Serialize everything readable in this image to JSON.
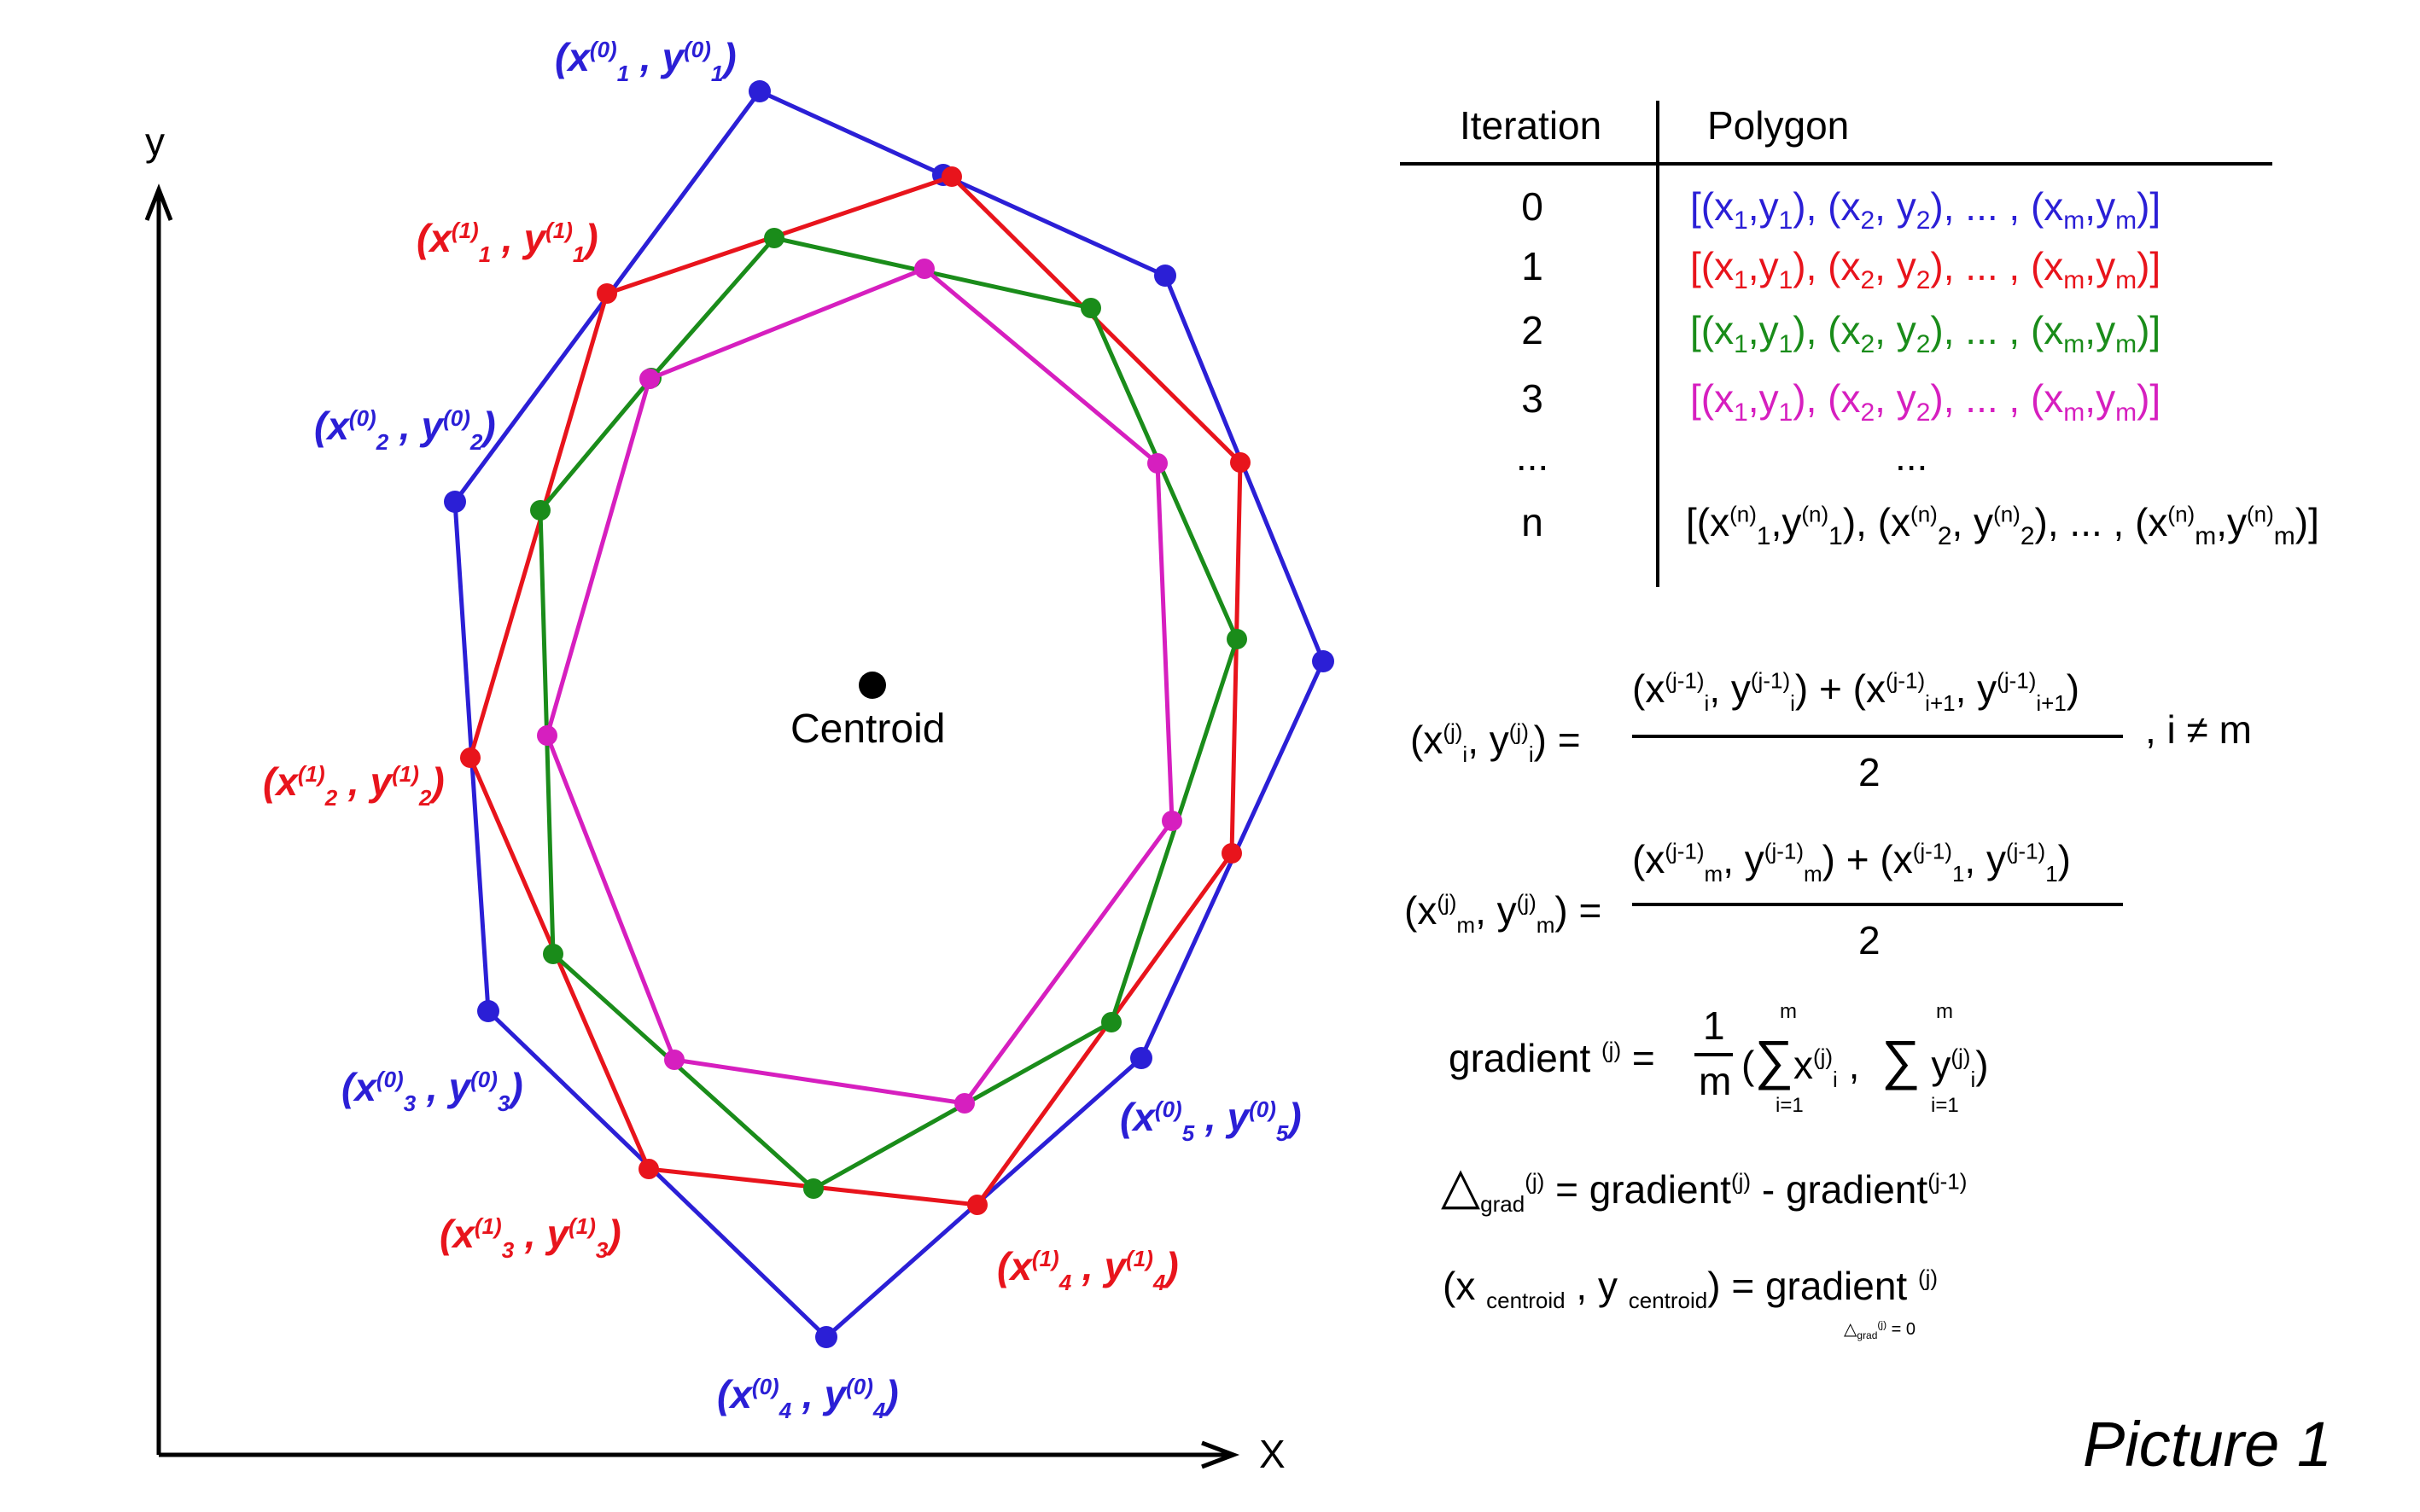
{
  "colors": {
    "iter0": "#2b1fd6",
    "iter1": "#e8141c",
    "iter2": "#1a8c1a",
    "iter3": "#d61fbf",
    "black": "#000000"
  },
  "axes": {
    "x_label": "X",
    "y_label": "y"
  },
  "centroid_label": "Centroid",
  "vertex_labels": {
    "iter0": [
      "(x(0)1 , y(0)1)",
      "(x(0)2 , y(0)2)",
      "(x(0)3 , y(0)3)",
      "(x(0)4 , y(0)4)",
      "(x(0)5 , y(0)5)"
    ],
    "iter1": [
      "(x(1)1 , y(1)1)",
      "(x(1)2 , y(1)2)",
      "(x(1)3 , y(1)3)",
      "(x(1)4 , y(1)4)"
    ]
  },
  "polygons": [
    {
      "name": "iteration-0",
      "color": "iter0",
      "points": [
        [
          890,
          107
        ],
        [
          1105,
          205
        ],
        [
          1365,
          323
        ],
        [
          1550,
          775
        ],
        [
          1337,
          1240
        ],
        [
          968,
          1567
        ],
        [
          572,
          1185
        ],
        [
          533,
          588
        ]
      ]
    },
    {
      "name": "iteration-1",
      "color": "iter1",
      "points": [
        [
          1115,
          207
        ],
        [
          1453,
          542
        ],
        [
          1443,
          1000
        ],
        [
          1145,
          1412
        ],
        [
          760,
          1370
        ],
        [
          551,
          888
        ],
        [
          711,
          344
        ]
      ]
    },
    {
      "name": "iteration-2",
      "color": "iter2",
      "points": [
        [
          907,
          279
        ],
        [
          1278,
          361
        ],
        [
          1449,
          749
        ],
        [
          1302,
          1198
        ],
        [
          953,
          1393
        ],
        [
          648,
          1118
        ],
        [
          633,
          598
        ],
        [
          763,
          443
        ]
      ]
    },
    {
      "name": "iteration-3",
      "color": "iter3",
      "points": [
        [
          1083,
          315
        ],
        [
          1356,
          543
        ],
        [
          1373,
          962
        ],
        [
          1130,
          1293
        ],
        [
          790,
          1242
        ],
        [
          641,
          862
        ],
        [
          761,
          444
        ]
      ]
    }
  ],
  "centroid": [
    1022,
    803
  ],
  "table": {
    "header_iteration": "Iteration",
    "header_polygon": "Polygon",
    "rows": [
      {
        "iteration": "0",
        "color": "iter0",
        "polygon": "[(x1,y1), (x2, y2), ... , (xm,ym)]"
      },
      {
        "iteration": "1",
        "color": "iter1",
        "polygon": "[(x1,y1), (x2, y2), ... , (xm,ym)]"
      },
      {
        "iteration": "2",
        "color": "iter2",
        "polygon": "[(x1,y1), (x2, y2), ... , (xm,ym)]"
      },
      {
        "iteration": "3",
        "color": "iter3",
        "polygon": "[(x1,y1), (x2, y2), ... , (xm,ym)]"
      },
      {
        "iteration": "...",
        "color": "black",
        "polygon": "..."
      },
      {
        "iteration": "n",
        "color": "black",
        "polygon": "[(x(n)1,y(n)1), (x(n)2, y(n)2), ... , (x(n)m,y(n)m)]"
      }
    ]
  },
  "formulas": {
    "f1_lhs": "(x(j)i, y(j)i) =",
    "f1_num": "(x(j-1)i, y(j-1)i) + (x(j-1)i+1, y(j-1)i+1)",
    "f1_den": "2",
    "f1_cond": ", i ≠ m",
    "f2_lhs": "(x(j)m, y(j)m) =",
    "f2_num": "(x(j-1)m, y(j-1)m) + (x(j-1)1, y(j-1)1)",
    "f2_den": "2",
    "f3": "gradient (j) = 1/m ( Σ x(j)i , Σ y(j)i )",
    "f3_sum_top": "m",
    "f3_sum_bottom": "i=1",
    "f4": "Δ grad(j) = gradient(j) - gradient(j-1)",
    "f5": "(x centroid , y centroid) = gradient (j)",
    "f5_cond": "Δgrad(j) = 0"
  },
  "picture_title": "Picture 1"
}
